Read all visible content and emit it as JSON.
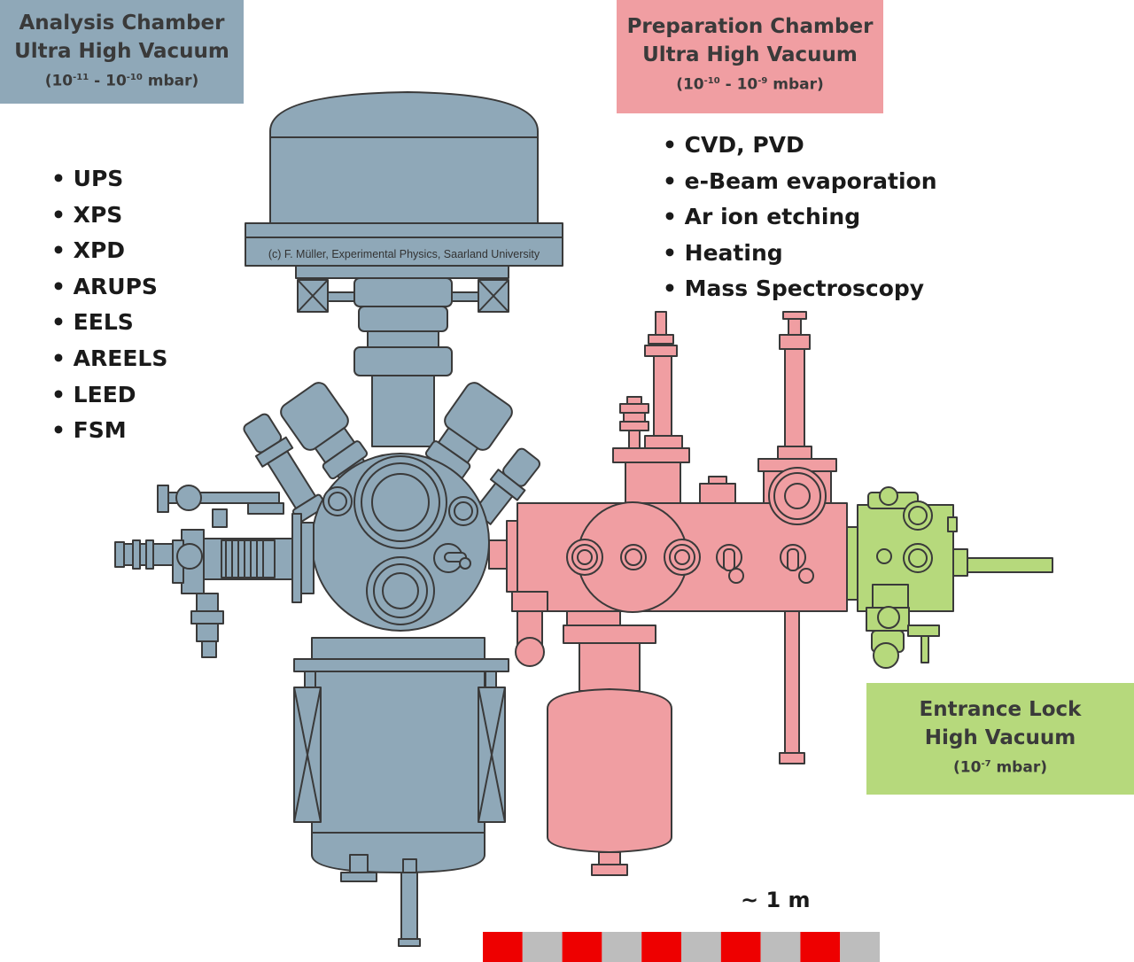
{
  "colors": {
    "analysis": "#8fa8b8",
    "preparation": "#f09ea2",
    "entrance_lock": "#b6d97c",
    "outline": "#3a3a3a",
    "scale_red": "#ee0000",
    "scale_gray": "#bdbdbd"
  },
  "analysis_chamber": {
    "title": "Analysis Chamber",
    "subtitle": "Ultra High Vacuum",
    "pressure": {
      "prefix": "(10",
      "exp1": "-11",
      "mid": " - 10",
      "exp2": "-10",
      "suffix": " mbar)"
    },
    "techniques": [
      "• UPS",
      "• XPS",
      "• XPD",
      "• ARUPS",
      "• EELS",
      "• AREELS",
      "• LEED",
      "• FSM"
    ]
  },
  "preparation_chamber": {
    "title": "Preparation Chamber",
    "subtitle": "Ultra High Vacuum",
    "pressure": {
      "prefix": "(10",
      "exp1": "-10",
      "mid": " - 10",
      "exp2": "-9",
      "suffix": " mbar)"
    },
    "techniques": [
      "• CVD, PVD",
      "• e-Beam evaporation",
      "• Ar ion etching",
      "• Heating",
      "• Mass Spectroscopy"
    ]
  },
  "entrance_lock": {
    "title": "Entrance Lock",
    "subtitle": "High Vacuum",
    "pressure": {
      "prefix": "(10",
      "exp1": "-7",
      "suffix": " mbar)"
    }
  },
  "copyright": "(c) F. Müller, Experimental Physics, Saarland University",
  "scale": {
    "label": "~ 1 m",
    "segments": [
      "red",
      "gray",
      "red",
      "gray",
      "red",
      "gray",
      "red",
      "gray",
      "red",
      "gray"
    ]
  }
}
